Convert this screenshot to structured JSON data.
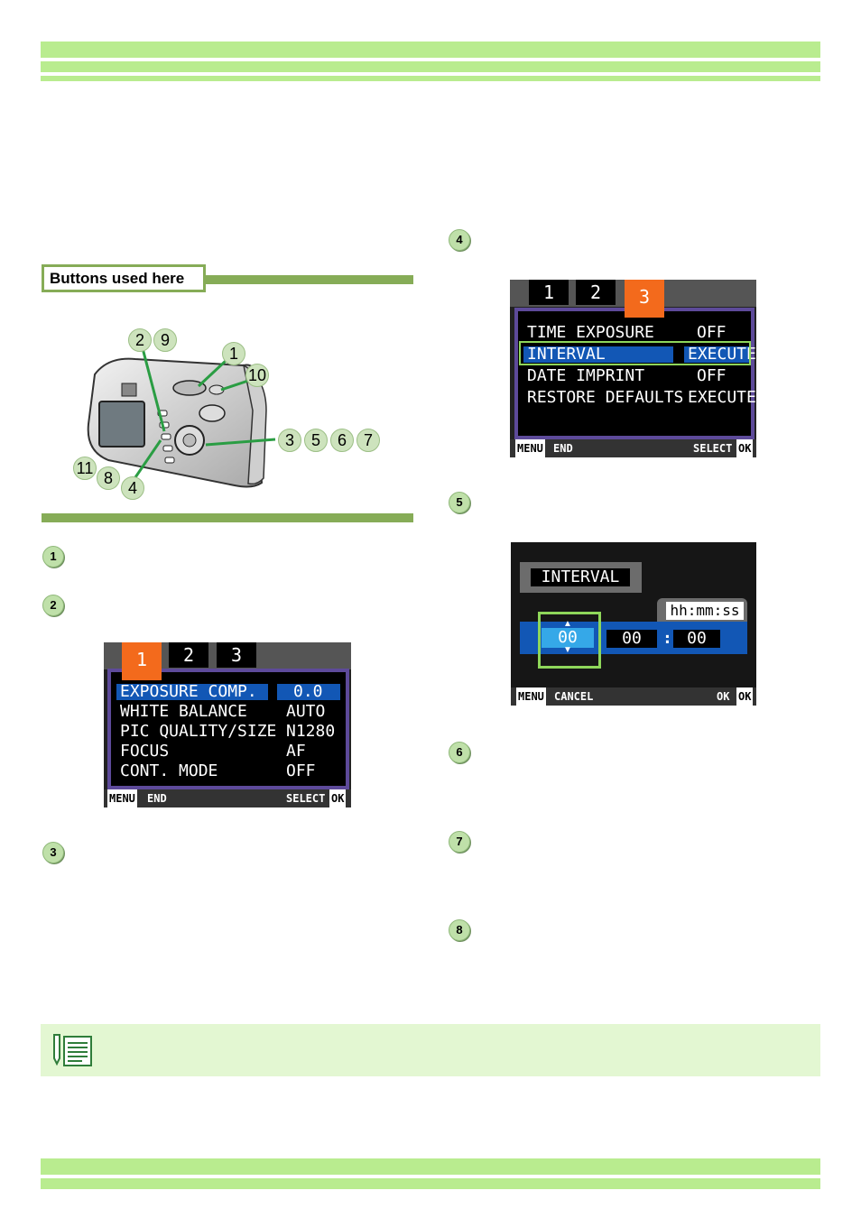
{
  "buttons_used": {
    "label": "Buttons used here"
  },
  "camera_callouts": [
    "2",
    "9",
    "1",
    "10",
    "3",
    "5",
    "6",
    "7",
    "11",
    "8",
    "4"
  ],
  "steps_left": [
    "1",
    "2",
    "3"
  ],
  "steps_right": [
    "4",
    "5",
    "6",
    "7",
    "8"
  ],
  "screen1": {
    "tabs": [
      "1",
      "2",
      "3"
    ],
    "rows": [
      {
        "label": "EXPOSURE COMP.",
        "value": "0.0"
      },
      {
        "label": "WHITE BALANCE",
        "value": "AUTO"
      },
      {
        "label": "PIC QUALITY/SIZE",
        "value": "N1280"
      },
      {
        "label": "FOCUS",
        "value": "AF"
      },
      {
        "label": "CONT. MODE",
        "value": "OFF"
      }
    ],
    "footer": {
      "menu": "MENU",
      "left": "END",
      "right": "SELECT",
      "ok": "OK"
    }
  },
  "screen2": {
    "tabs": [
      "1",
      "2",
      "3"
    ],
    "rows": [
      {
        "label": "TIME EXPOSURE",
        "value": "OFF"
      },
      {
        "label": "INTERVAL",
        "value": "EXECUTE"
      },
      {
        "label": "DATE IMPRINT",
        "value": "OFF"
      },
      {
        "label": "RESTORE DEFAULTS",
        "value": "EXECUTE"
      }
    ],
    "footer": {
      "menu": "MENU",
      "left": "END",
      "right": "SELECT",
      "ok": "OK"
    }
  },
  "screen3": {
    "title": "INTERVAL",
    "format": "hh:mm:ss",
    "values": [
      "00",
      "00",
      "00"
    ],
    "separator": ":",
    "footer": {
      "menu": "MENU",
      "left": "CANCEL",
      "right": "OK",
      "ok": "OK"
    }
  },
  "colors": {
    "green_bar": "#b9ec8f",
    "olive": "#86ac57",
    "tab_active": "#f36a1c",
    "highlight": "#1257b5",
    "note_bg": "#e3f7d2"
  }
}
